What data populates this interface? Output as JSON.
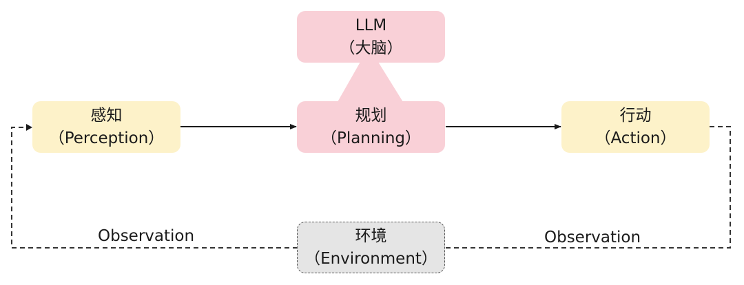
{
  "nodes": {
    "llm": {
      "title": "LLM",
      "subtitle": "（大脑）"
    },
    "perception": {
      "title": "感知",
      "subtitle": "（Perception）"
    },
    "planning": {
      "title": "规划",
      "subtitle": "（Planning）"
    },
    "action": {
      "title": "行动",
      "subtitle": "（Action）"
    },
    "environment": {
      "title": "环境",
      "subtitle": "（Environment）"
    }
  },
  "edges": {
    "observation_left": "Observation",
    "observation_right": "Observation"
  },
  "colors": {
    "yellow_box": "#fdf2c9",
    "pink_box": "#f9d0d7",
    "environment_box": "#e5e5e5",
    "arrow": "#1a1a1a",
    "dashed_line": "#333333"
  }
}
